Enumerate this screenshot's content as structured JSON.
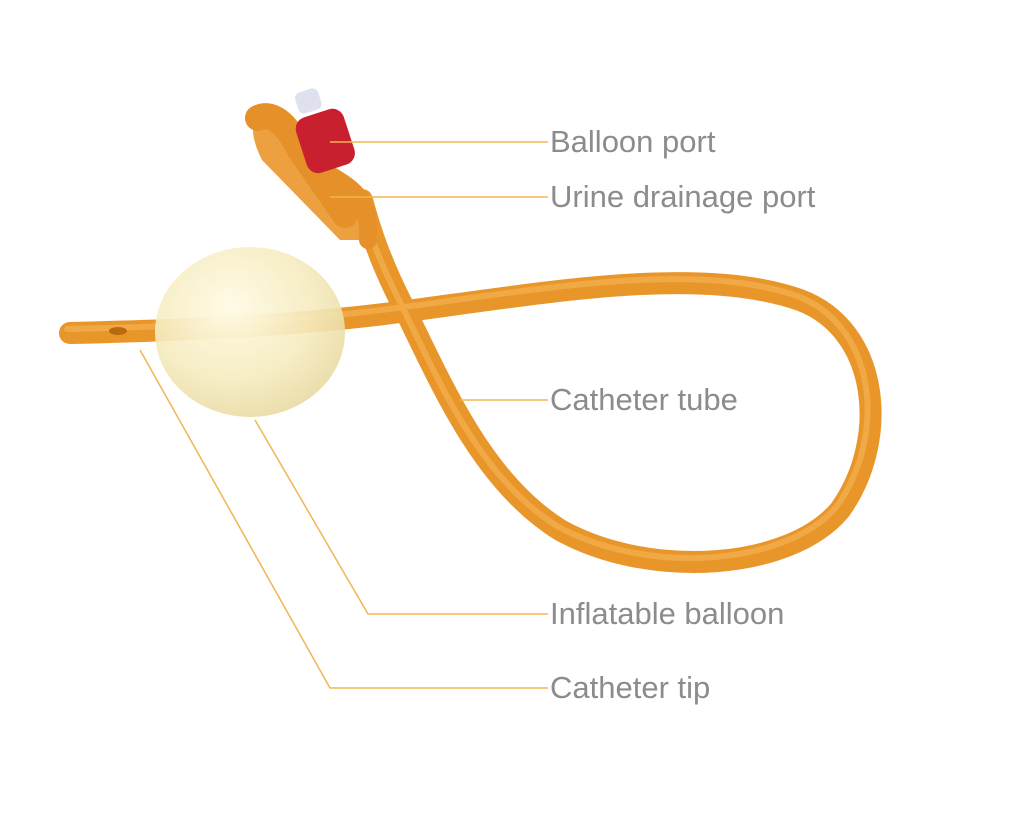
{
  "labels": {
    "balloon_port": "Balloon port",
    "urine_drainage_port": "Urine drainage port",
    "catheter_tube": "Catheter tube",
    "inflatable_balloon": "Inflatable balloon",
    "catheter_tip": "Catheter tip"
  },
  "colors": {
    "tube": "#e8962a",
    "leader": "#f2b553",
    "label": "#8c8c8c",
    "port_cap": "#c8202f"
  }
}
